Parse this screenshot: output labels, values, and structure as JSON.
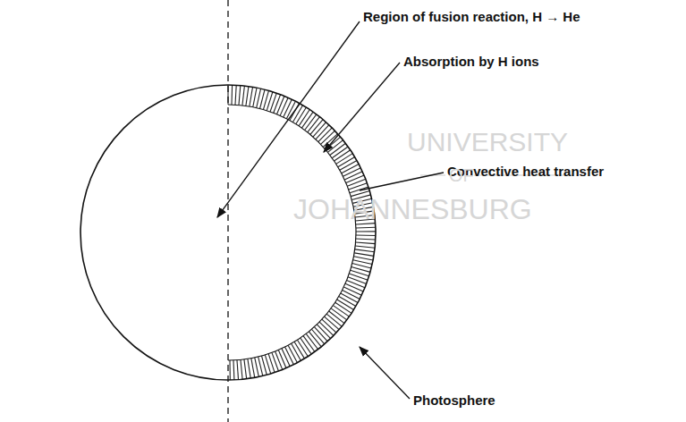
{
  "diagram": {
    "labels": [
      "Region of fusion reaction, H → He",
      "Absorption by H ions",
      "Convective heat transfer",
      "Photosphere",
      "UNIVERSITY",
      "OF",
      "JOHANNESBURG"
    ]
  }
}
